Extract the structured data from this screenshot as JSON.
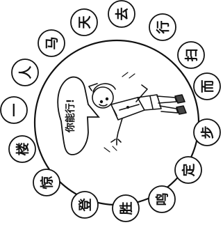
{
  "center_bubble": {
    "text": "你能行!"
  },
  "ring_characters": [
    {
      "id": "tian",
      "char": "天"
    },
    {
      "id": "qu",
      "char": "去"
    },
    {
      "id": "xing",
      "char": "行"
    },
    {
      "id": "sao",
      "char": "扫"
    },
    {
      "id": "er",
      "char": "而"
    },
    {
      "id": "bu",
      "char": "步"
    },
    {
      "id": "ding",
      "char": "定"
    },
    {
      "id": "ming",
      "char": "鸣"
    },
    {
      "id": "sheng",
      "char": "胜"
    },
    {
      "id": "deng",
      "char": "登"
    },
    {
      "id": "jing",
      "char": "惊"
    },
    {
      "id": "lou",
      "char": "楼"
    },
    {
      "id": "yi",
      "char": "一"
    },
    {
      "id": "ren",
      "char": "人"
    },
    {
      "id": "ma",
      "char": "马"
    }
  ],
  "colors": {
    "ink": "#111111",
    "paper": "#ffffff",
    "accent": "#444444"
  }
}
